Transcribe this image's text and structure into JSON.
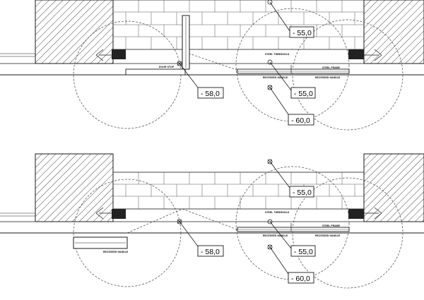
{
  "plans": [
    {
      "id": "plan-top",
      "labels": {
        "door_stop": "DOOR STOP",
        "steel_threshold": "STEEL THRESHOLD",
        "recessed_handle_1": "RECESSED HANDLE",
        "recessed_handle_2": "RECESSED HANDLE",
        "steel_frame": "STEEL FRAME"
      },
      "levels": [
        "- 55,0",
        "- 58,0",
        "- 55,0",
        "- 60,0"
      ]
    },
    {
      "id": "plan-bottom",
      "labels": {
        "recessed_handle_left": "RECESSED HANDLE",
        "steel_threshold": "STEEL THRESHOLD",
        "recessed_handle_1": "RECESSED HANDLE",
        "recessed_handle_2": "RECESSED HANDLE",
        "steel_frame": "STEEL FRAME"
      },
      "levels": [
        "- 55,0",
        "- 58,0",
        "- 55,0",
        "- 60,0"
      ]
    }
  ],
  "colors": {
    "line": "#1a1a1a",
    "dash": "#444444",
    "hatch": "#333333",
    "joint": "#555555",
    "fill_dark": "#222222"
  }
}
